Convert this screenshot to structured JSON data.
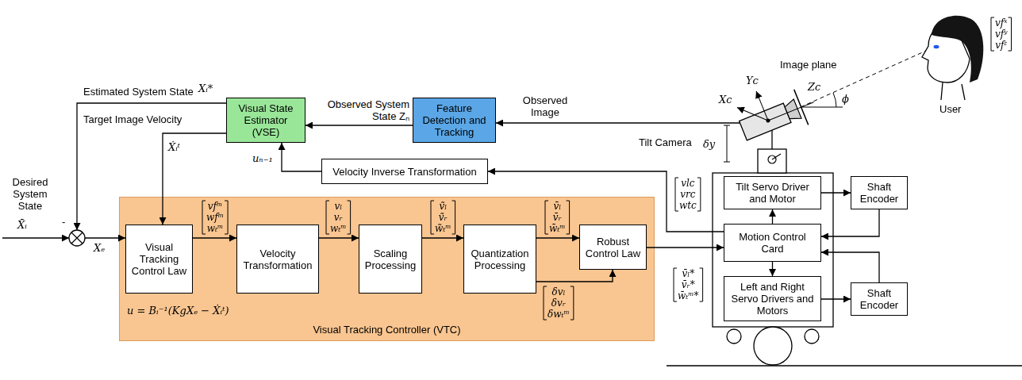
{
  "diagram": {
    "nodes": [
      {
        "text": [
          "Visual State Estimator (VSE)"
        ]
      },
      {
        "text": [
          "Feature Detection and Tracking"
        ]
      },
      {
        "text": [
          "Velocity Inverse Transformation"
        ]
      },
      {
        "text": [
          "Visual Tracking Controller (VTC)"
        ]
      },
      {
        "text": [
          "Visual Tracking Control Law"
        ],
        "in": 3
      },
      {
        "text": [
          "Velocity Transformation"
        ],
        "in": 3
      },
      {
        "text": [
          "Scaling Processing"
        ],
        "in": 3
      },
      {
        "text": [
          "Quantization Processing"
        ],
        "in": 3
      },
      {
        "text": [
          "Robust Control Law"
        ],
        "in": 3
      },
      {
        "text": [
          "Tilt Servo Driver and Motor"
        ]
      },
      {
        "text": [
          "Motion Control Card"
        ]
      },
      {
        "text": [
          "Left and Right Servo Drivers and Motors"
        ]
      },
      {
        "text": [
          "Shaft Encoder"
        ]
      },
      {
        "text": [
          "Shaft Encoder"
        ]
      }
    ],
    "edges": [
      {
        "from": 1,
        "to": 0,
        "arrow": "to",
        "label": "Observed System State Zₙ"
      },
      {
        "from": 2,
        "to": 0,
        "arrow": "to",
        "label": "uₙ₋₁"
      },
      {
        "from": 0,
        "to": 4,
        "arrow": "to",
        "label": "Target Image Velocity"
      },
      {
        "from": 4,
        "to": 5,
        "arrow": "to"
      },
      {
        "from": 5,
        "to": 6,
        "arrow": "to"
      },
      {
        "from": 6,
        "to": 7,
        "arrow": "to"
      },
      {
        "from": 7,
        "to": 8,
        "arrow": "to"
      },
      {
        "from": 7,
        "to": 8,
        "arrow": "to"
      },
      {
        "from": 8,
        "to": 10,
        "arrow": "to"
      },
      {
        "from": 10,
        "to": 2,
        "arrow": "to"
      },
      {
        "from": 10,
        "to": 9,
        "arrow": "to"
      },
      {
        "from": 10,
        "to": 11,
        "arrow": "to"
      },
      {
        "from": 9,
        "to": 12,
        "arrow": "to"
      },
      {
        "from": 12,
        "to": 10,
        "arrow": "to"
      },
      {
        "from": 11,
        "to": 13,
        "arrow": "to"
      },
      {
        "from": 13,
        "to": 10,
        "arrow": "to"
      }
    ],
    "labels": [
      "Estimated System State",
      "Xᵢ*",
      "Ẋᵢᵗ",
      "Observed Image",
      "Image plane",
      "Tilt Camera",
      "Xc",
      "Yc",
      "Zc",
      "ϕ",
      "δy",
      "User",
      "vfˣ",
      "vfʸ",
      "vfᶻ",
      "Desired System State",
      "X̄ᵢ",
      "-",
      "Xₑ",
      "vfᵐ",
      "wfᵐ",
      "wₜᵐ",
      "vₗ",
      "vᵣ",
      "wₜᵐ",
      "ṽₗ",
      "ṽᵣ",
      "w̃ₜᵐ",
      "v̄ₗ",
      "v̄ᵣ",
      "w̄ₜᵐ",
      "δvₗ",
      "δvᵣ",
      "δwₜᵐ",
      "vlc",
      "vrc",
      "wtc",
      "v̄ₗ*",
      "v̄ᵣ*",
      "w̄ₜᵐ*",
      "u = Bᵢ⁻¹(KgXₑ − Ẋᵢᵗ)"
    ]
  }
}
